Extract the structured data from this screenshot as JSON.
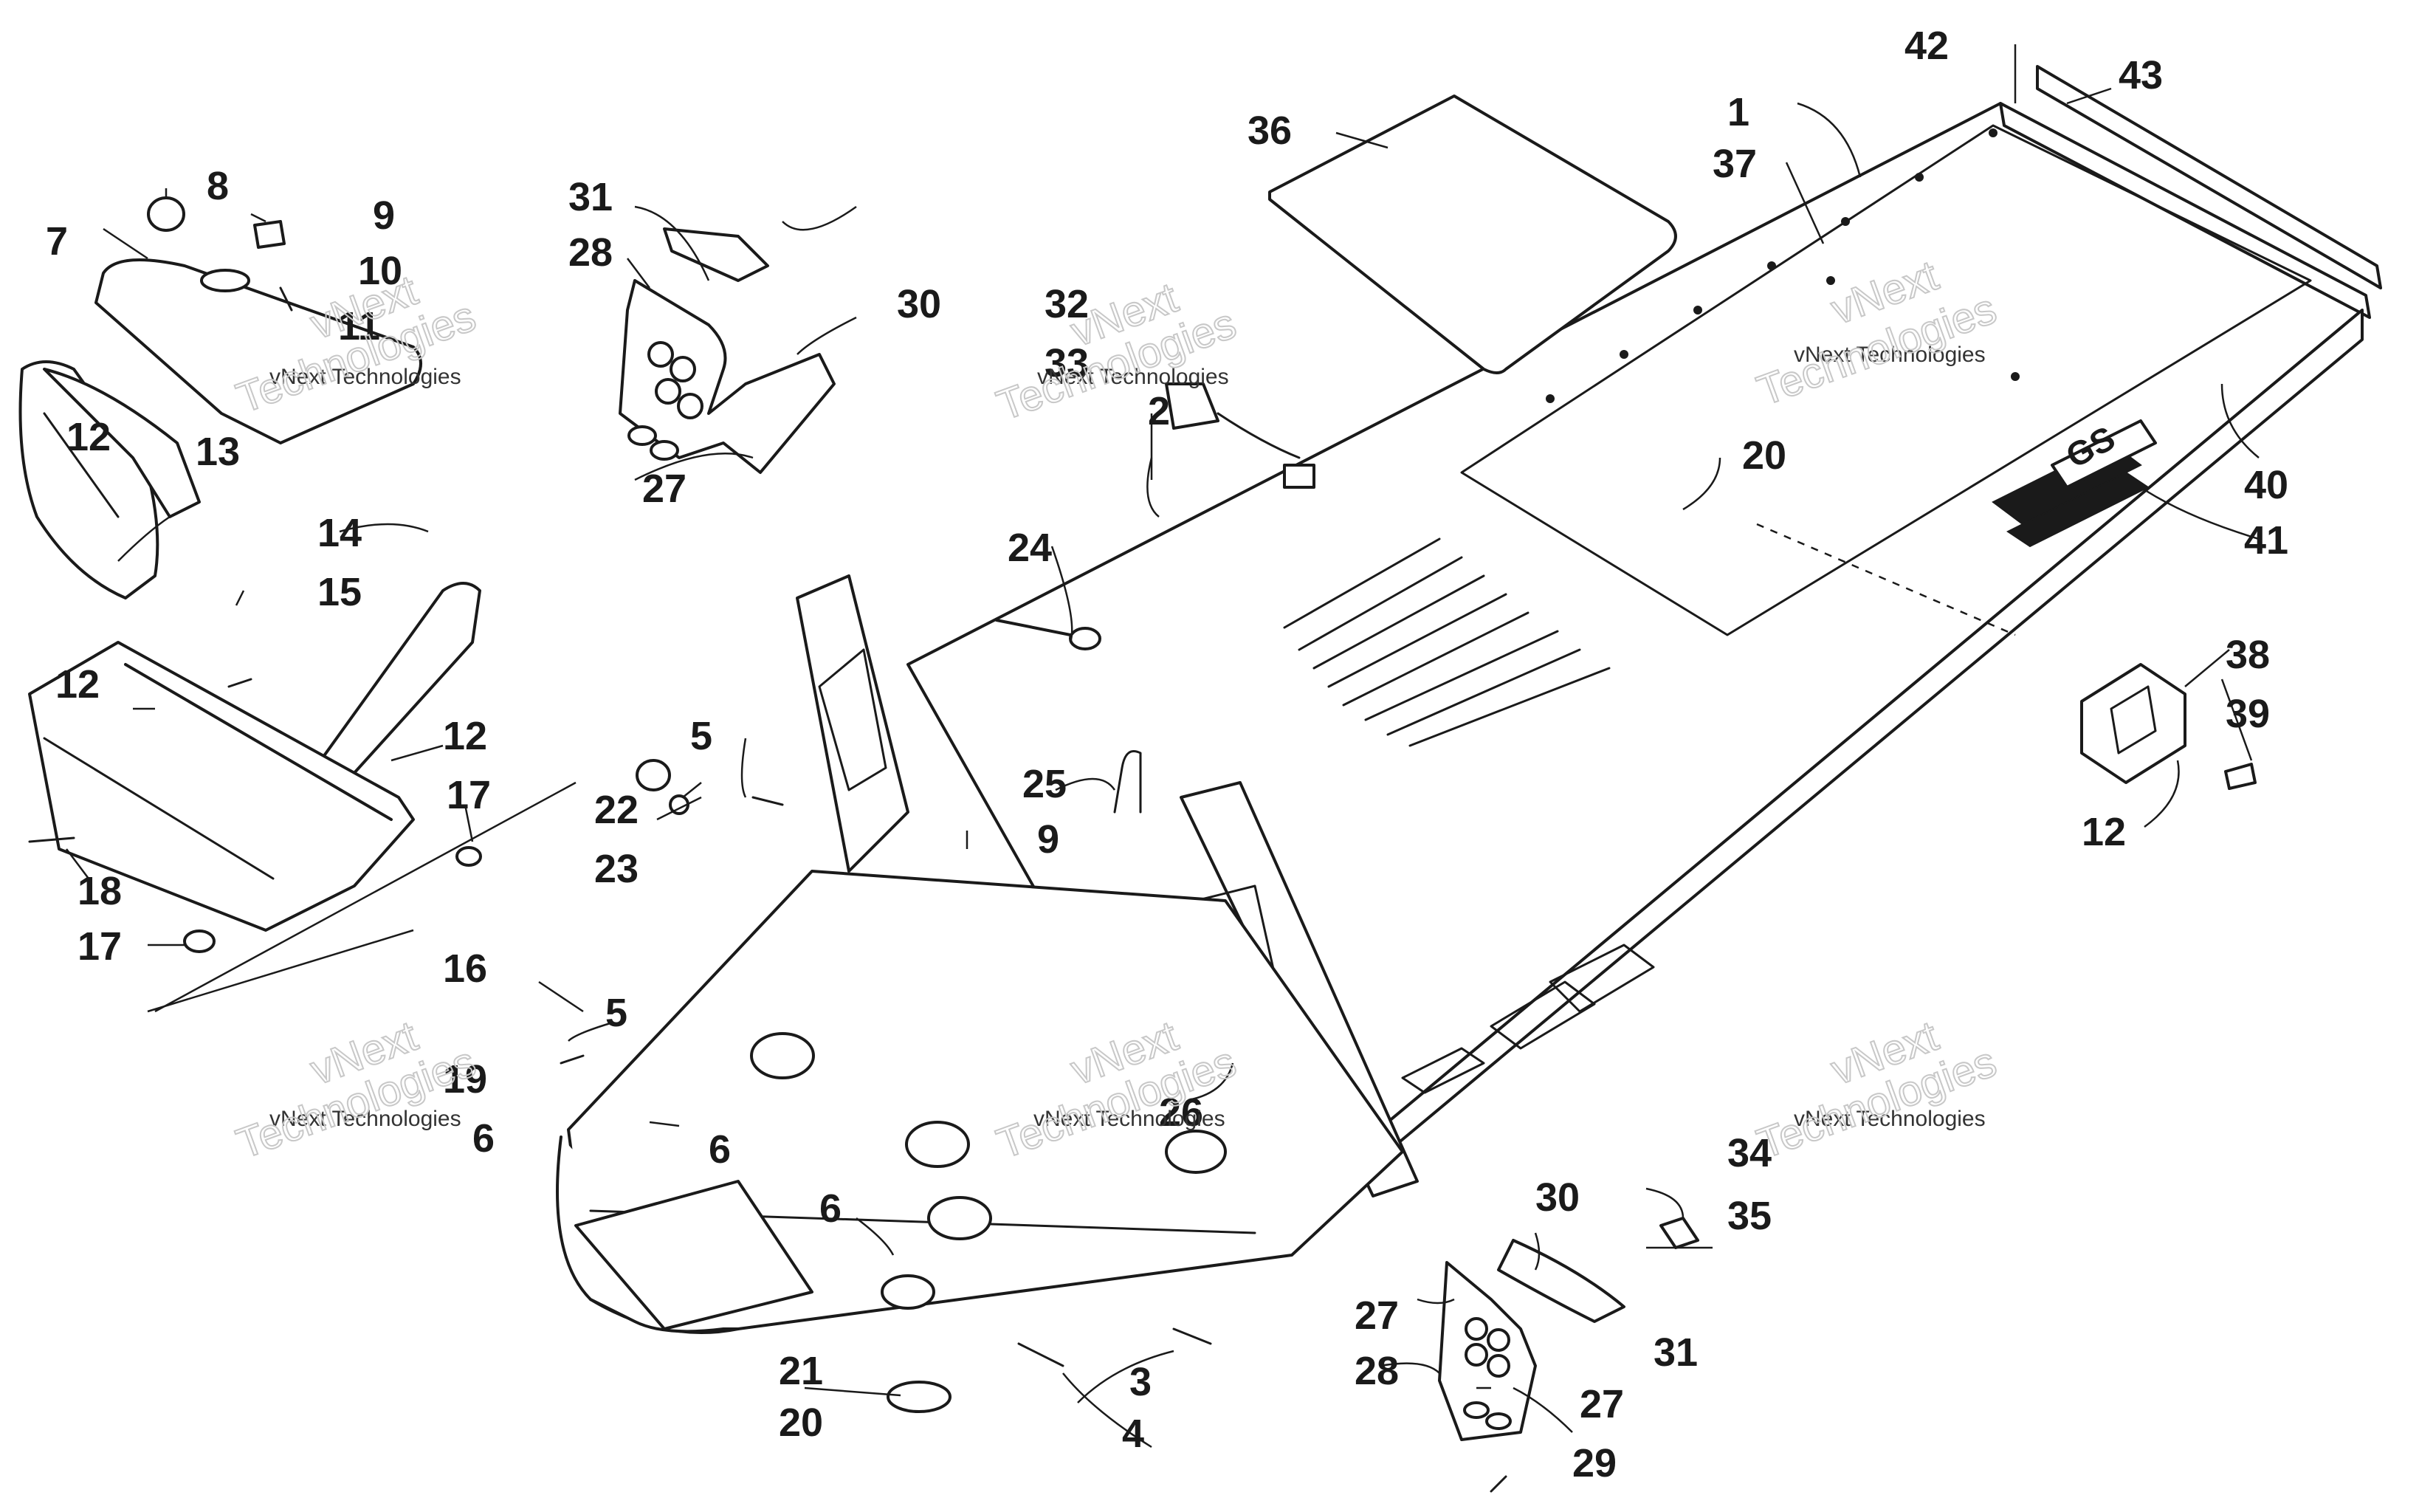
{
  "diagram": {
    "callouts": [
      {
        "id": "c1",
        "text": "1"
      },
      {
        "id": "c2",
        "text": "2"
      },
      {
        "id": "c3",
        "text": "3"
      },
      {
        "id": "c4",
        "text": "4"
      },
      {
        "id": "c5a",
        "text": "5"
      },
      {
        "id": "c5b",
        "text": "5"
      },
      {
        "id": "c6a",
        "text": "6"
      },
      {
        "id": "c6b",
        "text": "6"
      },
      {
        "id": "c6c",
        "text": "6"
      },
      {
        "id": "c7",
        "text": "7"
      },
      {
        "id": "c8",
        "text": "8"
      },
      {
        "id": "c9a",
        "text": "9"
      },
      {
        "id": "c9b",
        "text": "9"
      },
      {
        "id": "c10",
        "text": "10"
      },
      {
        "id": "c11",
        "text": "11"
      },
      {
        "id": "c12a",
        "text": "12"
      },
      {
        "id": "c12b",
        "text": "12"
      },
      {
        "id": "c12c",
        "text": "12"
      },
      {
        "id": "c12d",
        "text": "12"
      },
      {
        "id": "c13",
        "text": "13"
      },
      {
        "id": "c14",
        "text": "14"
      },
      {
        "id": "c15",
        "text": "15"
      },
      {
        "id": "c16",
        "text": "16"
      },
      {
        "id": "c17a",
        "text": "17"
      },
      {
        "id": "c17b",
        "text": "17"
      },
      {
        "id": "c18",
        "text": "18"
      },
      {
        "id": "c19",
        "text": "19"
      },
      {
        "id": "c20a",
        "text": "20"
      },
      {
        "id": "c20b",
        "text": "20"
      },
      {
        "id": "c21",
        "text": "21"
      },
      {
        "id": "c22",
        "text": "22"
      },
      {
        "id": "c23",
        "text": "23"
      },
      {
        "id": "c24",
        "text": "24"
      },
      {
        "id": "c25",
        "text": "25"
      },
      {
        "id": "c26",
        "text": "26"
      },
      {
        "id": "c27a",
        "text": "27"
      },
      {
        "id": "c27b",
        "text": "27"
      },
      {
        "id": "c27c",
        "text": "27"
      },
      {
        "id": "c28a",
        "text": "28"
      },
      {
        "id": "c28b",
        "text": "28"
      },
      {
        "id": "c29",
        "text": "29"
      },
      {
        "id": "c30a",
        "text": "30"
      },
      {
        "id": "c30b",
        "text": "30"
      },
      {
        "id": "c31a",
        "text": "31"
      },
      {
        "id": "c31b",
        "text": "31"
      },
      {
        "id": "c32",
        "text": "32"
      },
      {
        "id": "c33",
        "text": "33"
      },
      {
        "id": "c34",
        "text": "34"
      },
      {
        "id": "c35",
        "text": "35"
      },
      {
        "id": "c36",
        "text": "36"
      },
      {
        "id": "c37",
        "text": "37"
      },
      {
        "id": "c38",
        "text": "38"
      },
      {
        "id": "c39",
        "text": "39"
      },
      {
        "id": "c40",
        "text": "40"
      },
      {
        "id": "c41",
        "text": "41"
      },
      {
        "id": "c42",
        "text": "42"
      },
      {
        "id": "c43",
        "text": "43"
      }
    ],
    "watermark": {
      "company": "vNext Technologies",
      "word1": "vNext",
      "word2": "Technologies"
    },
    "decal_text": "GS",
    "colors": {
      "line": "#1a1a1a",
      "background": "#ffffff",
      "watermark": "#c8c8c8"
    }
  }
}
